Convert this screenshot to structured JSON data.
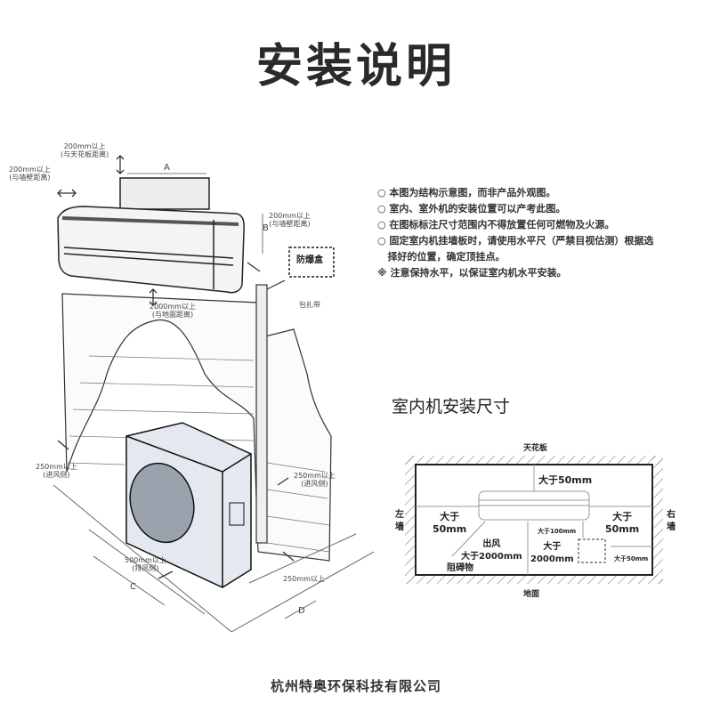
{
  "title": "安装说明",
  "notes": [
    "○ 本图为结构示意图，而非产品外观图。",
    "○ 室内、室外机的安装位置可以产考此图。",
    "○ 在图标标注尺寸范围内不得放置任何可燃物及火源。",
    "○ 固定室内机挂墙板时，请使用水平尺（严禁目视估测）根据选",
    "   择好的位置，确定顶挂点。",
    "※ 注意保持水平，以保证室内机水平安装。"
  ],
  "illustration": {
    "ceiling_gap": "200mm以上",
    "ceiling_gap_note": "(与天花板距离)",
    "wall_gap_left": "200mm以上",
    "wall_gap_left_note": "(与墙壁距离)",
    "wall_gap_right": "200mm以上",
    "wall_gap_right_note": "(与墙壁距离)",
    "floor_gap": "2000mm以上",
    "floor_gap_note": "(与地面距离)",
    "explosion_box": "防爆盒",
    "wrap_tape": "包扎带",
    "inlet_left": "250mm以上",
    "inlet_left_note": "(进风侧)",
    "inlet_right": "250mm以上",
    "inlet_right_note": "(进风侧)",
    "outlet": "500mm以上",
    "outlet_note": "(排风侧)",
    "side_gap": "250mm以上",
    "dim_a": "A",
    "dim_b": "B",
    "dim_c": "C",
    "dim_d": "D"
  },
  "indoor_dims": {
    "heading": "室内机安装尺寸",
    "ceiling": "天花板",
    "floor": "地面",
    "left_wall": "左墙",
    "right_wall": "右墙",
    "top_gap": "大于50mm",
    "left_gap": "大于",
    "left_gap_val": "50mm",
    "right_gap": "大于",
    "right_gap_val": "50mm",
    "outlet": "出风",
    "outlet_gap": "大于2000mm",
    "obstacle": "阻碍物",
    "floor_gap": "大于",
    "floor_gap_val": "2000mm",
    "box_gap": "大于100mm",
    "box_side_gap": "大于50mm"
  },
  "footer": "杭州特奥环保科技有限公司"
}
